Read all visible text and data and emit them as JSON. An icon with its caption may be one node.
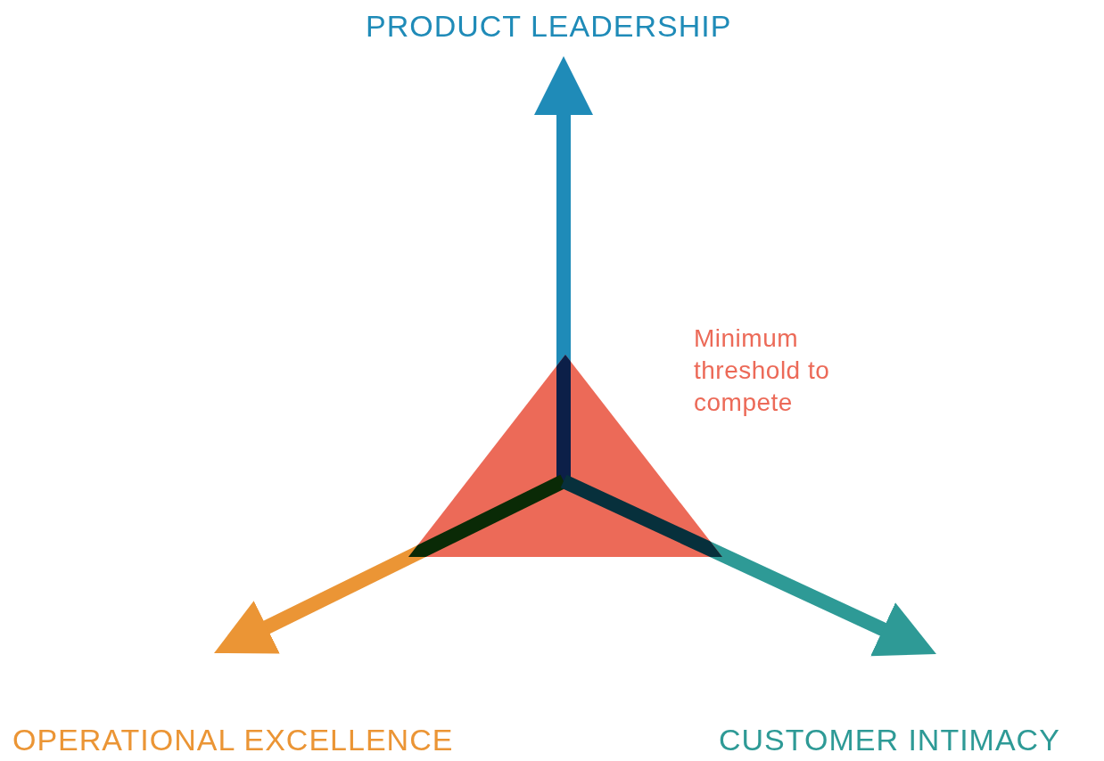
{
  "diagram": {
    "nodes": [
      {
        "text": [
          "Minimum threshold to compete"
        ]
      },
      {
        "text": [
          "PRODUCT LEADERSHIP"
        ]
      },
      {
        "text": [
          "OPERATIONAL EXCELLENCE"
        ]
      },
      {
        "text": [
          "CUSTOMER INTIMACY"
        ]
      }
    ],
    "edges": [
      {
        "from": 0,
        "to": 1,
        "arrow": "to",
        "color": "#1f8bb8"
      },
      {
        "from": 0,
        "to": 2,
        "arrow": "to",
        "color": "#eb9535"
      },
      {
        "from": 0,
        "to": 3,
        "arrow": "to",
        "color": "#2e9a96"
      }
    ]
  }
}
